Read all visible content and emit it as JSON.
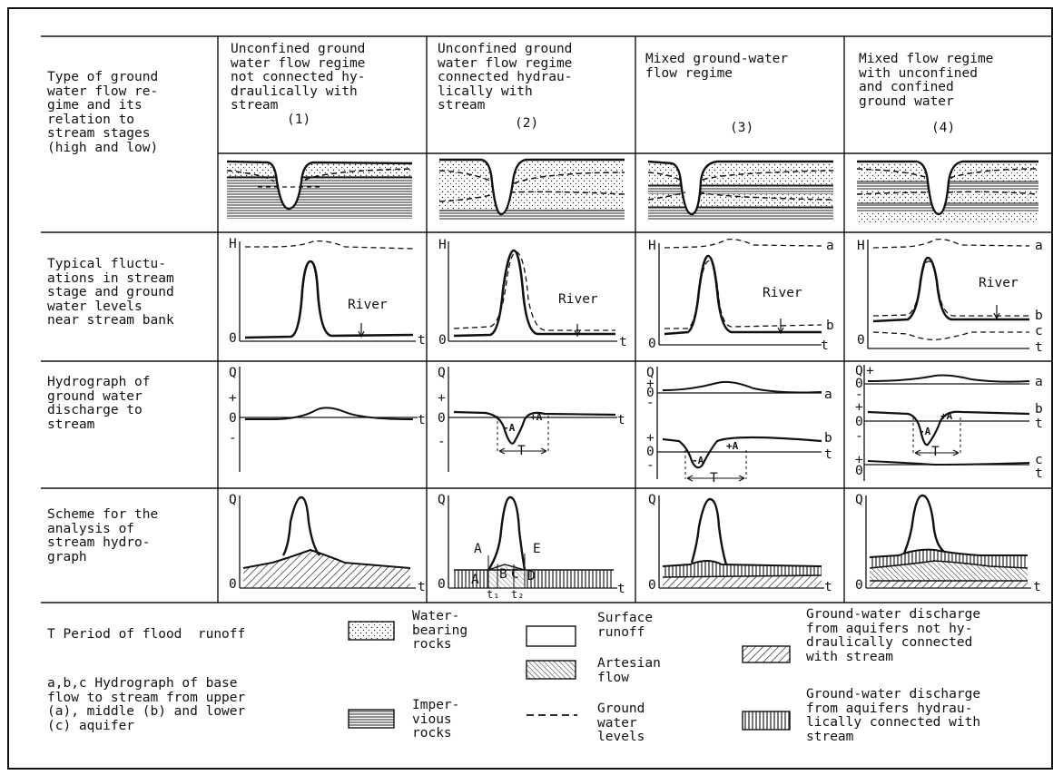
{
  "row_labels": {
    "regime": "Type of ground\nwater flow re-\ngime and its\nrelation to\nstream stages\n(high and low)",
    "fluctuations": "Typical fluctu-\nations in stream\nstage and ground\nwater levels\nnear stream bank",
    "hydrograph": "Hydrograph of\nground water\ndischarge to\nstream",
    "scheme": "Scheme for the\nanalysis of\nstream hydro-\ngraph"
  },
  "columns": [
    {
      "title": "Unconfined ground\nwater flow regime\nnot connected hy-\ndraulically with\nstream",
      "number": "(1)"
    },
    {
      "title": "Unconfined ground\nwater flow regime\nconnected hydrau-\nlically with\nstream",
      "number": "(2)"
    },
    {
      "title": "Mixed ground-water\nflow regime",
      "number": "(3)"
    },
    {
      "title": "Mixed flow regime\nwith unconfined\nand confined\nground water",
      "number": "(4)"
    }
  ],
  "axis_labels": {
    "H": "H",
    "Q": "Q",
    "zero": "0",
    "t": "t",
    "plus": "+",
    "minus": "-",
    "river": "River",
    "T": "T",
    "plusA": "+A",
    "minusA": "-A",
    "a": "a",
    "b": "b",
    "c": "c",
    "A": "A",
    "E": "E",
    "B": "B",
    "C": "C",
    "D": "D",
    "t1": "t₁",
    "t2": "t₂"
  },
  "legend": {
    "period": "T Period of flood  runoff",
    "abc": "a,b,c Hydrograph of base\nflow to stream from upper\n(a), middle (b) and lower\n(c) aquifer",
    "water_bearing": "Water-\nbearing\nrocks",
    "impervious": "Imper-\nvious\nrocks",
    "surface_runoff": "Surface\nrunoff",
    "artesian": "Artesian\nflow",
    "gw_levels": "Ground\nwater\nlevels",
    "gw_not_connected": "Ground-water discharge\nfrom aquifers not hy-\ndraulically connected\nwith stream",
    "gw_connected": "Ground-water discharge\nfrom aquifers hydrau-\nlically connected with\nstream"
  }
}
